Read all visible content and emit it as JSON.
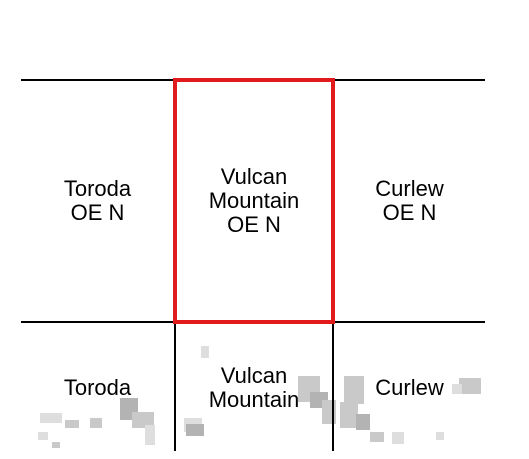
{
  "map": {
    "highlight_color": "#e11b1b",
    "line_color": "#000000",
    "shading_color": "#c9c9c9",
    "quads": [
      {
        "id": "toroda-oe-n",
        "lines": [
          "Toroda",
          "OE N"
        ]
      },
      {
        "id": "vulcan-mountain-oe-n",
        "lines": [
          "Vulcan",
          "Mountain",
          "OE N"
        ],
        "selected": true
      },
      {
        "id": "curlew-oe-n",
        "lines": [
          "Curlew",
          "OE N"
        ]
      },
      {
        "id": "toroda",
        "lines": [
          "Toroda"
        ]
      },
      {
        "id": "vulcan-mountain",
        "lines": [
          "Vulcan",
          "Mountain"
        ]
      },
      {
        "id": "curlew",
        "lines": [
          "Curlew"
        ]
      }
    ]
  }
}
